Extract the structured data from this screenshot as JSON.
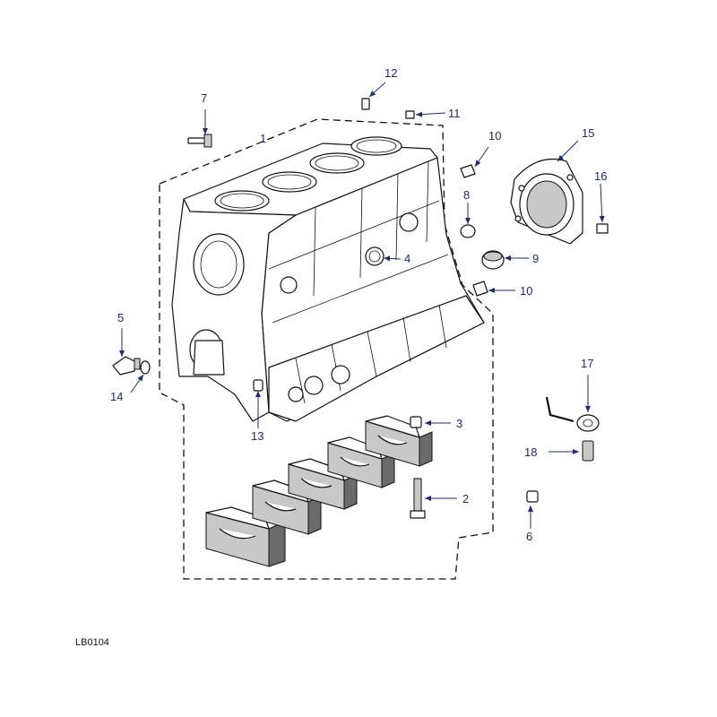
{
  "diagram": {
    "reference_code": "LB0104",
    "callouts": [
      {
        "id": "c1",
        "label": "1"
      },
      {
        "id": "c2",
        "label": "2"
      },
      {
        "id": "c3",
        "label": "3"
      },
      {
        "id": "c4",
        "label": "4"
      },
      {
        "id": "c5",
        "label": "5"
      },
      {
        "id": "c6",
        "label": "6"
      },
      {
        "id": "c7",
        "label": "7"
      },
      {
        "id": "c8",
        "label": "8"
      },
      {
        "id": "c9",
        "label": "9"
      },
      {
        "id": "c10a",
        "label": "10"
      },
      {
        "id": "c10b",
        "label": "10"
      },
      {
        "id": "c11",
        "label": "11"
      },
      {
        "id": "c12",
        "label": "12"
      },
      {
        "id": "c13",
        "label": "13"
      },
      {
        "id": "c14",
        "label": "14"
      },
      {
        "id": "c15",
        "label": "15"
      },
      {
        "id": "c16",
        "label": "16"
      },
      {
        "id": "c17",
        "label": "17"
      },
      {
        "id": "c18",
        "label": "18"
      }
    ]
  },
  "colors": {
    "callout_text": "#1c2c6e",
    "line_art": "#111111",
    "shading": "#c8c8c8",
    "background": "#ffffff"
  }
}
